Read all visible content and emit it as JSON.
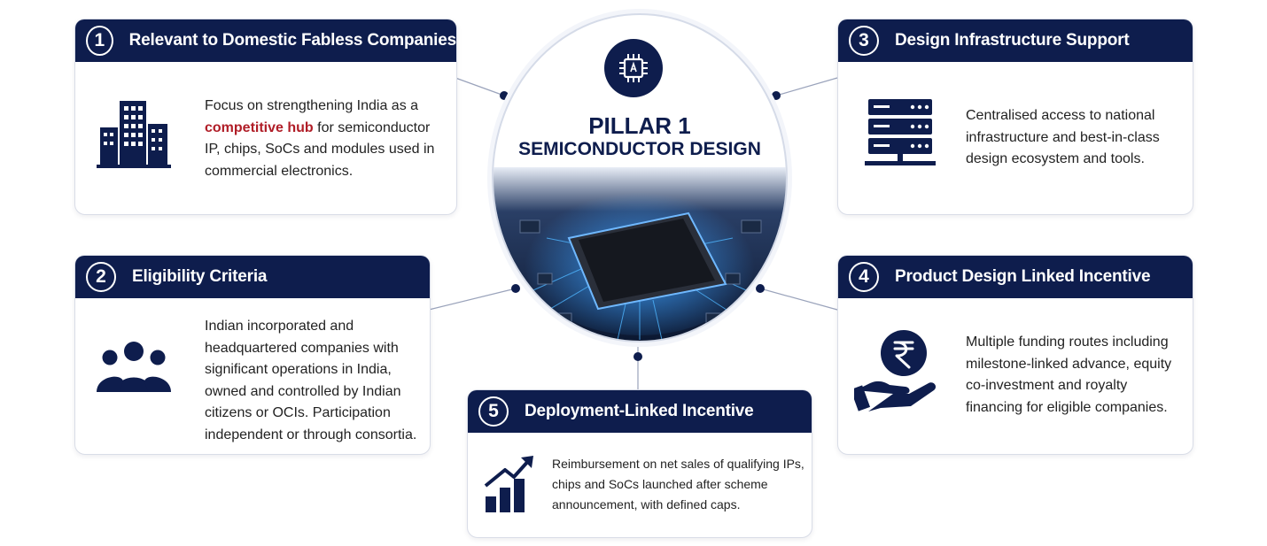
{
  "hub": {
    "icon": "chip-icon",
    "title": "PILLAR 1",
    "subtitle": "SEMICONDUCTOR DESIGN"
  },
  "cards": [
    {
      "number": "1",
      "title": "Relevant to Domestic Fabless Companies",
      "icon": "buildings-icon",
      "text_before": "Focus on strengthening India as a",
      "text_highlight": "competitive hub",
      "text_after": "for semiconductor IP, chips, SoCs and modules used in commercial electronics."
    },
    {
      "number": "2",
      "title": "Eligibility Criteria",
      "icon": "people-group-icon",
      "text": "Indian incorporated and headquartered companies with significant operations in India, owned and controlled by Indian citizens or OCIs. Participation independent or through consortia."
    },
    {
      "number": "3",
      "title": "Design Infrastructure Support",
      "icon": "server-icon",
      "text": "Centralised access to national infrastructure and best-in-class design ecosystem and tools."
    },
    {
      "number": "4",
      "title": "Product Design Linked Incentive",
      "icon": "rupee-hand-icon",
      "text": "Multiple funding routes including milestone-linked advance, equity co-investment and royalty financing for eligible companies."
    },
    {
      "number": "5",
      "title": "Deployment-Linked Incentive",
      "icon": "growth-chart-icon",
      "text": "Reimbursement on net sales of qualifying IPs, chips and SoCs launched after scheme announcement, with defined caps."
    }
  ],
  "colors": {
    "navy": "#0e1d4d",
    "accent_red": "#b01d27",
    "border": "#d9dde7"
  }
}
